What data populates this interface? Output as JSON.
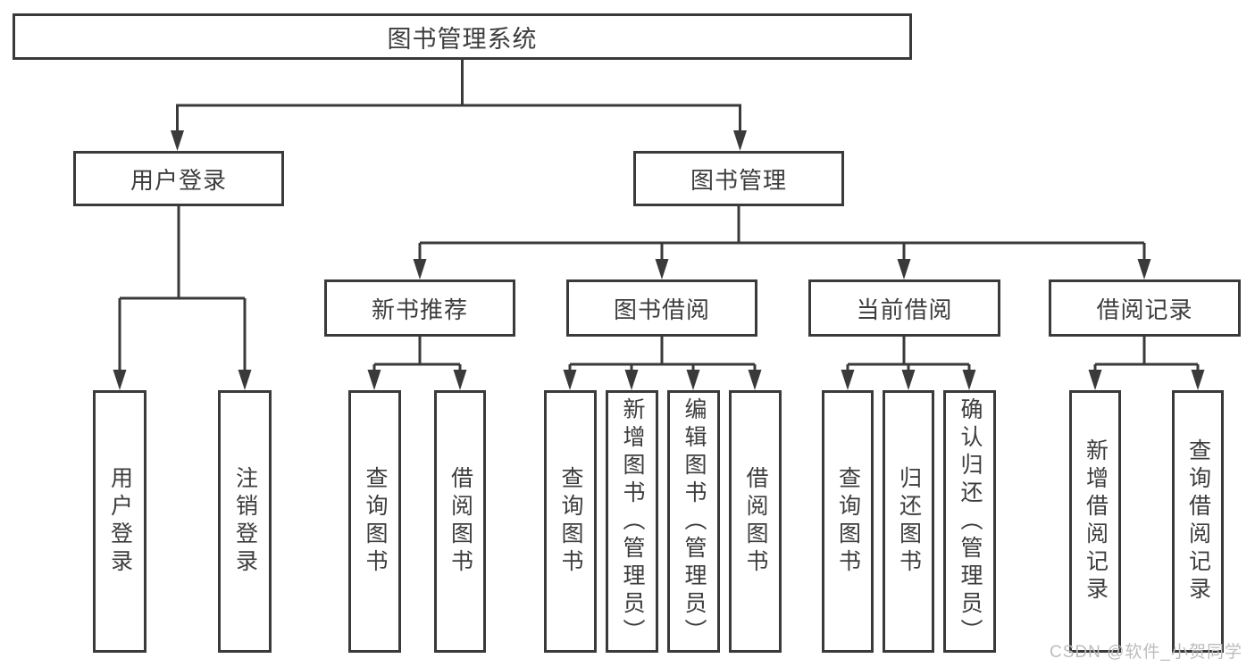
{
  "tree": {
    "label": "图书管理系统",
    "children": [
      {
        "label": "用户登录",
        "children": [
          {
            "label": "用户登录"
          },
          {
            "label": "注销登录"
          }
        ]
      },
      {
        "label": "图书管理",
        "children": [
          {
            "label": "新书推荐",
            "children": [
              {
                "label": "查询图书"
              },
              {
                "label": "借阅图书"
              }
            ]
          },
          {
            "label": "图书借阅",
            "children": [
              {
                "label": "查询图书"
              },
              {
                "label": "新增图书（管理员）"
              },
              {
                "label": "编辑图书（管理员）"
              },
              {
                "label": "借阅图书"
              }
            ]
          },
          {
            "label": "当前借阅",
            "children": [
              {
                "label": "查询图书"
              },
              {
                "label": "归还图书"
              },
              {
                "label": "确认归还（管理员）"
              }
            ]
          },
          {
            "label": "借阅记录",
            "children": [
              {
                "label": "新增借阅记录"
              },
              {
                "label": "查询借阅记录"
              }
            ]
          }
        ]
      }
    ]
  },
  "watermark": "CSDN @软件_小贺同学",
  "colors": {
    "line": "#3a3a3a",
    "box_border": "#3a3a3a",
    "text": "#3d3d3d",
    "background": "#ffffff",
    "watermark_text": "#bdbdbd"
  }
}
